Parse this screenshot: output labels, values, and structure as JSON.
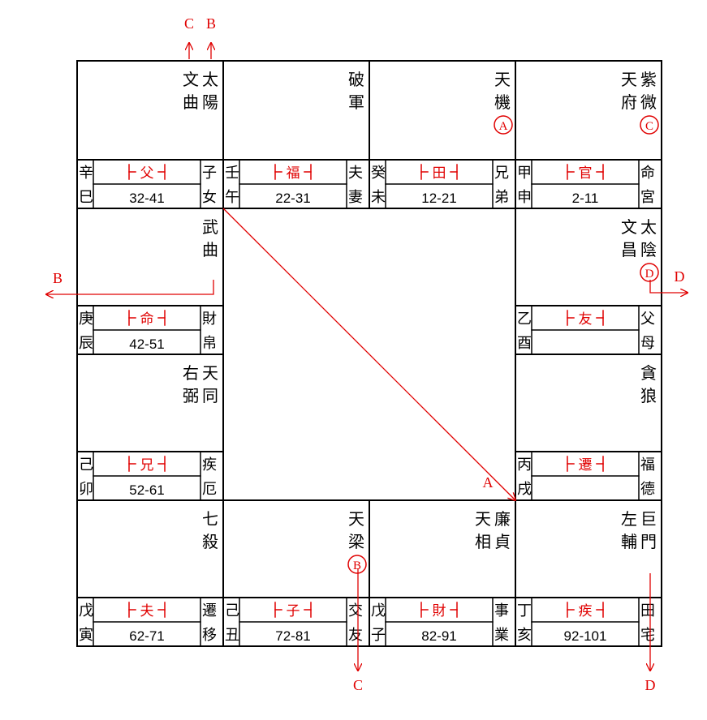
{
  "colors": {
    "line": "#000000",
    "accent": "#e00000"
  },
  "palaces": [
    {
      "id": "si",
      "stems": [
        "辛",
        "巳"
      ],
      "name": [
        "子",
        "女"
      ],
      "tag": "父",
      "range": "32-41",
      "stars": [
        "太陽",
        "文曲"
      ],
      "marks": []
    },
    {
      "id": "wu",
      "stems": [
        "壬",
        "午"
      ],
      "name": [
        "夫",
        "妻"
      ],
      "tag": "福",
      "range": "22-31",
      "stars": [
        "破軍"
      ],
      "marks": []
    },
    {
      "id": "wei",
      "stems": [
        "癸",
        "未"
      ],
      "name": [
        "兄",
        "弟"
      ],
      "tag": "田",
      "range": "12-21",
      "stars": [
        "天機"
      ],
      "marks": [
        {
          "star": 0,
          "label": "A"
        }
      ]
    },
    {
      "id": "shen",
      "stems": [
        "甲",
        "申"
      ],
      "name": [
        "命",
        "宮"
      ],
      "tag": "官",
      "range": "2-11",
      "stars": [
        "紫微",
        "天府"
      ],
      "marks": [
        {
          "star": 0,
          "label": "C"
        }
      ]
    },
    {
      "id": "you",
      "stems": [
        "乙",
        "酉"
      ],
      "name": [
        "父",
        "母"
      ],
      "tag": "友",
      "range": "",
      "stars": [
        "太陰",
        "文昌"
      ],
      "marks": [
        {
          "star": 0,
          "label": "D"
        }
      ]
    },
    {
      "id": "xu",
      "stems": [
        "丙",
        "戌"
      ],
      "name": [
        "福",
        "德"
      ],
      "tag": "遷",
      "range": "",
      "stars": [
        "貪狼"
      ],
      "marks": []
    },
    {
      "id": "hai",
      "stems": [
        "丁",
        "亥"
      ],
      "name": [
        "田",
        "宅"
      ],
      "tag": "疾",
      "range": "92-101",
      "stars": [
        "巨門",
        "左輔"
      ],
      "marks": []
    },
    {
      "id": "zi",
      "stems": [
        "戊",
        "子"
      ],
      "name": [
        "事",
        "業"
      ],
      "tag": "財",
      "range": "82-91",
      "stars": [
        "廉貞",
        "天相"
      ],
      "marks": []
    },
    {
      "id": "chou",
      "stems": [
        "己",
        "丑"
      ],
      "name": [
        "交",
        "友"
      ],
      "tag": "子",
      "range": "72-81",
      "stars": [
        "天梁"
      ],
      "marks": [
        {
          "star": 0,
          "label": "B"
        }
      ]
    },
    {
      "id": "yin",
      "stems": [
        "戊",
        "寅"
      ],
      "name": [
        "遷",
        "移"
      ],
      "tag": "夫",
      "range": "62-71",
      "stars": [
        "七殺"
      ],
      "marks": []
    },
    {
      "id": "mao",
      "stems": [
        "己",
        "卯"
      ],
      "name": [
        "疾",
        "厄"
      ],
      "tag": "兄",
      "range": "52-61",
      "stars": [
        "天同",
        "右弼"
      ],
      "marks": []
    },
    {
      "id": "chen",
      "stems": [
        "庚",
        "辰"
      ],
      "name": [
        "財",
        "帛"
      ],
      "tag": "命",
      "range": "42-51",
      "stars": [
        "武曲"
      ],
      "marks": []
    }
  ],
  "arrows": [
    {
      "label": "A"
    },
    {
      "label": "B"
    },
    {
      "label": "B"
    },
    {
      "label": "C"
    },
    {
      "label": "C"
    },
    {
      "label": "D"
    },
    {
      "label": "D"
    }
  ]
}
